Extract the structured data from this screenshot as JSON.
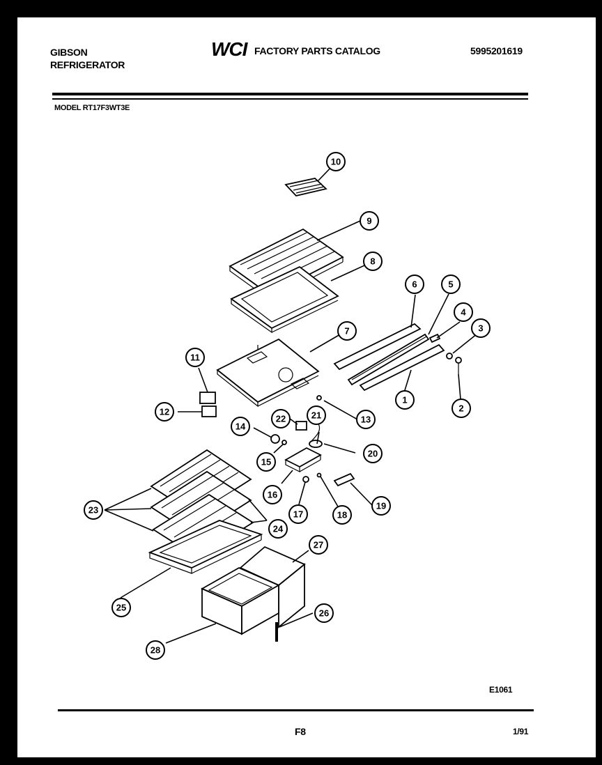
{
  "header": {
    "brand_line1": "GIBSON",
    "brand_line2": "REFRIGERATOR",
    "logo_text": "WCI",
    "catalog_title": "FACTORY PARTS CATALOG",
    "catalog_number": "5995201619",
    "model": "MODEL RT17F3WT3E"
  },
  "diagram": {
    "callouts": [
      "1",
      "2",
      "3",
      "4",
      "5",
      "6",
      "7",
      "8",
      "9",
      "10",
      "11",
      "12",
      "13",
      "14",
      "15",
      "16",
      "17",
      "18",
      "19",
      "20",
      "21",
      "22",
      "23",
      "24",
      "25",
      "26",
      "27",
      "28"
    ]
  },
  "footer": {
    "diagram_id": "E1061",
    "page_code": "F8",
    "page_date": "1/91"
  }
}
